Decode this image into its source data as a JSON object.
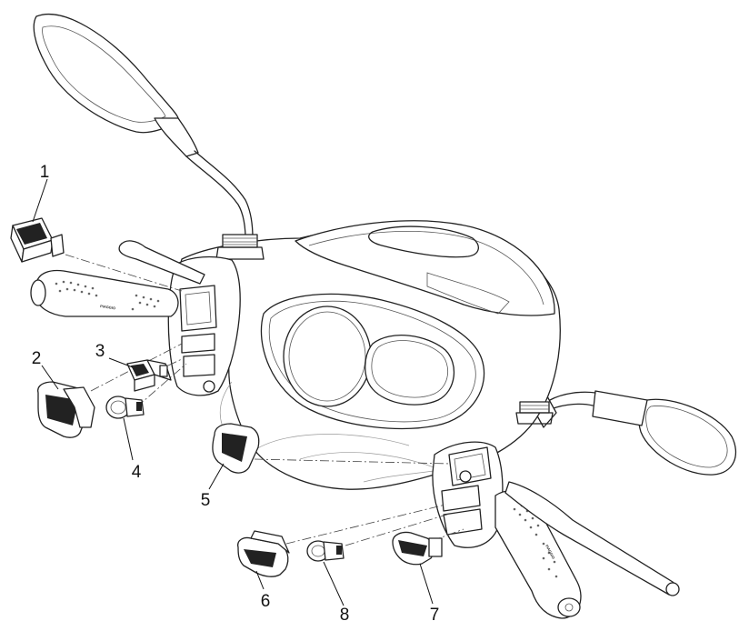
{
  "diagram": {
    "callouts": [
      {
        "id": "1",
        "label": "1"
      },
      {
        "id": "2",
        "label": "2"
      },
      {
        "id": "3",
        "label": "3"
      },
      {
        "id": "4",
        "label": "4"
      },
      {
        "id": "5",
        "label": "5"
      },
      {
        "id": "6",
        "label": "6"
      },
      {
        "id": "7",
        "label": "7"
      },
      {
        "id": "8",
        "label": "8"
      }
    ],
    "brand_lettering": "PIAGGIO"
  }
}
